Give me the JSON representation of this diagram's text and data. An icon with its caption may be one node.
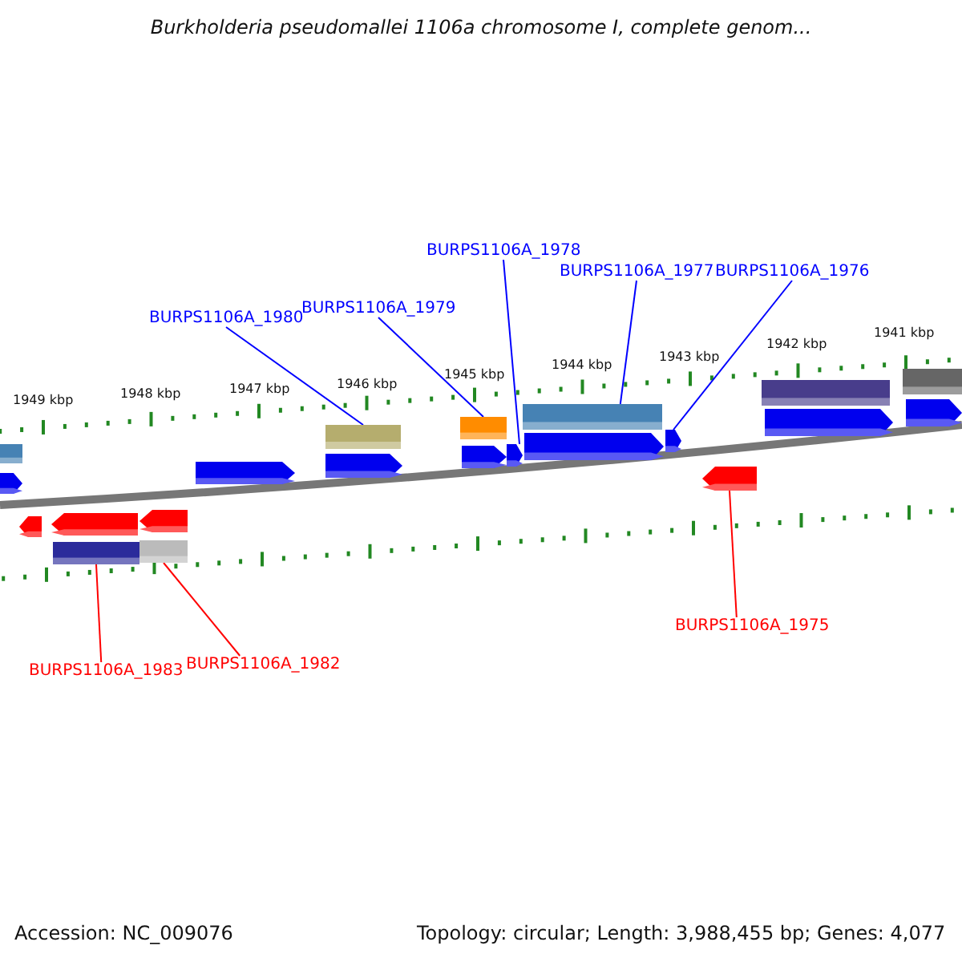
{
  "diagram": {
    "title": "Burkholderia pseudomallei 1106a chromosome I, complete genom...",
    "nodes": [
      {
        "text": [
          "BURPS1106A_1980"
        ]
      },
      {
        "text": [
          "BURPS1106A_1979"
        ]
      },
      {
        "text": [
          "BURPS1106A_1978"
        ]
      },
      {
        "text": [
          "BURPS1106A_1977"
        ]
      },
      {
        "text": [
          "BURPS1106A_1976"
        ]
      },
      {
        "text": [
          "BURPS1106A_1975"
        ]
      },
      {
        "text": [
          "BURPS1106A_1983"
        ]
      },
      {
        "text": [
          "BURPS1106A_1982"
        ]
      },
      {
        "text": [],
        "shape": "box"
      },
      {
        "text": [],
        "shape": "bar"
      },
      {
        "text": [],
        "shape": "bar"
      },
      {
        "text": [],
        "shape": "bar"
      },
      {
        "text": [],
        "shape": "box"
      },
      {
        "text": [],
        "shape": "bar"
      },
      {
        "text": [],
        "shape": "box"
      },
      {
        "text": [],
        "shape": "bar"
      },
      {
        "text": [],
        "shape": "box"
      },
      {
        "text": [],
        "shape": "bar"
      },
      {
        "text": [],
        "shape": "box"
      },
      {
        "text": [],
        "shape": "bar"
      },
      {
        "text": [],
        "shape": "bar"
      },
      {
        "text": [],
        "shape": "box"
      },
      {
        "text": [],
        "shape": "bar"
      },
      {
        "text": [],
        "shape": "bar"
      },
      {
        "text": [],
        "shape": "bar"
      },
      {
        "text": [],
        "shape": "box"
      },
      {
        "text": [],
        "shape": "bar"
      },
      {
        "text": [],
        "shape": "box"
      },
      {
        "text": [],
        "shape": "bar"
      }
    ],
    "edges": [
      {
        "from": 0,
        "to": 16,
        "arrow": "none"
      },
      {
        "from": 1,
        "to": 18,
        "arrow": "none"
      },
      {
        "from": 2,
        "to": 20,
        "arrow": "none"
      },
      {
        "from": 3,
        "to": 21,
        "arrow": "none"
      },
      {
        "from": 4,
        "to": 23,
        "arrow": "none"
      },
      {
        "from": 5,
        "to": 24,
        "arrow": "none",
        "color": "#ff0000"
      },
      {
        "from": 6,
        "to": 12,
        "arrow": "none",
        "color": "#ff0000"
      },
      {
        "from": 7,
        "to": 14,
        "arrow": "none",
        "color": "#ff0000"
      }
    ],
    "labels": [
      "1949 kbp",
      "1948 kbp",
      "1947 kbp",
      "1946 kbp",
      "1945 kbp",
      "1944 kbp",
      "1943 kbp",
      "1942 kbp",
      "1941 kbp",
      "Accession: NC_009076",
      "Topology: circular; Length: 3,988,455 bp; Genes: 4,077"
    ]
  }
}
